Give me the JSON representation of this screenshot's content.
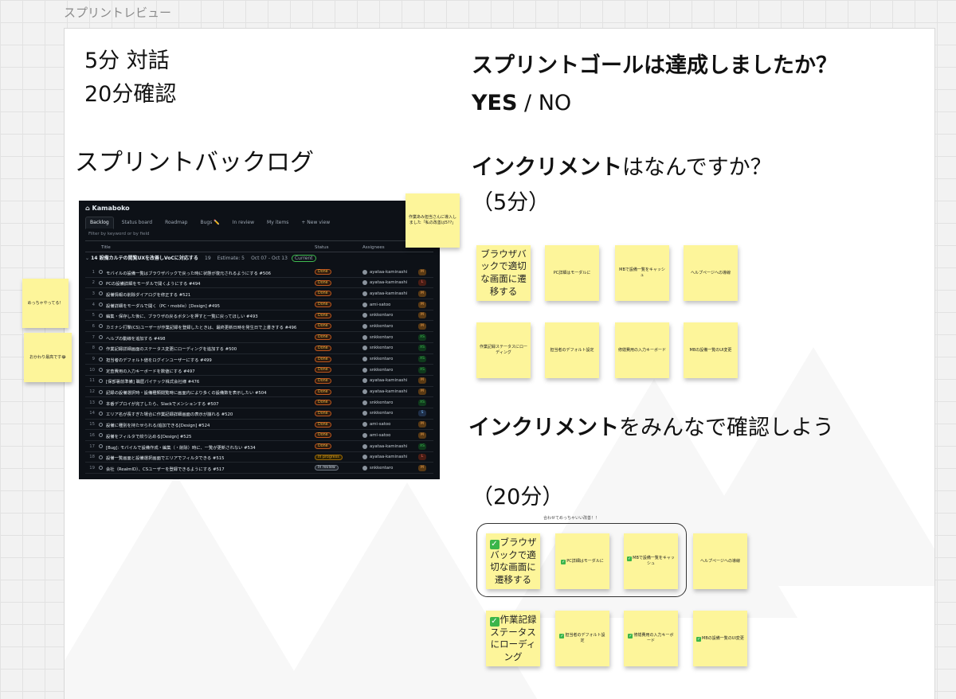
{
  "frame": {
    "title": "スプリントレビュー"
  },
  "timebox": {
    "line1": "5分  対話",
    "line2": "20分確認"
  },
  "backlog": {
    "title": "スプリントバックログ",
    "screenshot": {
      "project": "Kamaboko",
      "tabs": [
        "Backlog",
        "Status board",
        "Roadmap",
        "Bugs ✏️",
        "In review",
        "My items",
        "+ New view"
      ],
      "filter_placeholder": "Filter by keyword or by field",
      "columns": [
        "Title",
        "Status",
        "Assignees"
      ],
      "group": {
        "title": "14 設備カルテの閲覧UXを改善しVoCに対応する",
        "count": "19",
        "estimate": "Estimate: 5",
        "dates": "Oct 07 - Oct 13",
        "pill": "Current"
      },
      "rows": [
        {
          "n": "1",
          "t": "モバイルの設備一覧はブラウザバックで戻った時に状態が復元されるようにする #506",
          "s": "Done",
          "u": "ayataa-kaminashi",
          "z": "M"
        },
        {
          "n": "2",
          "t": "PCの設備詳細をモーダルで開くようにする #494",
          "s": "Done",
          "u": "ayataa-kaminashi",
          "z": "L"
        },
        {
          "n": "3",
          "t": "設備情報の削除ダイアログを修正する #521",
          "s": "Done",
          "u": "ayataa-kaminashi",
          "z": "M"
        },
        {
          "n": "4",
          "t": "設備詳細をモーダルで開く（PC・mobile）[Design] #495",
          "s": "Done",
          "u": "ami-satoo",
          "z": "M"
        },
        {
          "n": "5",
          "t": "編集・保存した後に、ブラウザの戻るボタンを押すと一覧に戻ってほしい #493",
          "s": "Done",
          "u": "snkkentaro",
          "z": "M"
        },
        {
          "n": "6",
          "t": "カミナシ打撃(CS)ユーザーが作業記録を登録したときは、最終更新日時を発生日で上書きする #496",
          "s": "Done",
          "u": "snkkentaro",
          "z": "M"
        },
        {
          "n": "7",
          "t": "ヘルプの動線を追加する #498",
          "s": "Done",
          "u": "snkkentaro",
          "z": "XS"
        },
        {
          "n": "8",
          "t": "作業記録詳細画面のステータス変更にローディングを追加する #500",
          "s": "Done",
          "u": "snkkentaro",
          "z": "XS"
        },
        {
          "n": "9",
          "t": "担当者のデフォルト値をログインユーザーにする #499",
          "s": "Done",
          "u": "snkkentaro",
          "z": "XS"
        },
        {
          "n": "10",
          "t": "定査費用の入力キーボードを数値にする #497",
          "s": "Done",
          "u": "snkkentaro",
          "z": "XS"
        },
        {
          "n": "11",
          "t": "[保部署前準備] 職歴パイテック株式会社様 #476",
          "s": "Done",
          "u": "ayataa-kaminashi",
          "z": "M"
        },
        {
          "n": "12",
          "t": "記録の設備選択時・設備種類閲覧時に画面内により多くの設備数を表示したい #504",
          "s": "Done",
          "u": "ayataa-kaminashi",
          "z": "M"
        },
        {
          "n": "13",
          "t": "本番デプロイが完了したら、Slackでメンションする #507",
          "s": "Done",
          "u": "snkkentaro",
          "z": "XS"
        },
        {
          "n": "14",
          "t": "エリア名が長すぎた場合に作業記録詳細画面の表示が崩れる #520",
          "s": "Done",
          "u": "snkkentaro",
          "z": "S"
        },
        {
          "n": "15",
          "t": "設備に種別を持たせられる/追加できる[Design] #524",
          "s": "Done",
          "u": "ami-satoo",
          "z": "M"
        },
        {
          "n": "16",
          "t": "設備をフィルタで絞り込める[Design] #525",
          "s": "Done",
          "u": "ami-satoo",
          "z": "M"
        },
        {
          "n": "17",
          "t": "[Bug]: モバイルで設備作成・編集（・削除）時に、一覧が更新されない #534",
          "s": "Done",
          "u": "ayataa-kaminashi",
          "z": "XS"
        },
        {
          "n": "18",
          "t": "設備一覧画面と設備選択画面でエリアでフィルタできる #515",
          "s": "In progress",
          "u": "ayataa-kaminashi",
          "z": "L"
        },
        {
          "n": "19",
          "t": "会社（RealmID）、CSユーザーを登録できるようにする #517",
          "s": "In review",
          "u": "snkkentaro",
          "z": "M"
        }
      ]
    },
    "stickies": {
      "top_right": "作業あみ担当さんに導入しました「私の改善は5??」",
      "left_1": "めっちゃやってる！",
      "left_2": "おかわり最高です😂"
    }
  },
  "goal": {
    "question": "スプリントゴールは達成しましたか？",
    "yes": "YES",
    "sep": " / ",
    "no": "NO"
  },
  "increment_q": {
    "bold": "インクリメント",
    "rest": "はなんですか？",
    "time": "（5分）",
    "stickies": [
      "ブラウザバックで適切な画面に遷移する",
      "PC詳細はモーダルに",
      "MBで設備一覧をキャッシュ",
      "ヘルプページへの導線",
      "作業記録ステータスにローディング",
      "担当者のデフォルト設定",
      "修繕費用の入力キーボード",
      "MBの設備一覧のUI変更"
    ]
  },
  "increment_check": {
    "bold": "インクリメント",
    "rest": "をみんなで確認しよう",
    "time": "（20分）",
    "group_label": "合わせてめっちゃいい改善！！",
    "stickies": [
      "ブラウザバックで適切な画面に遷移する",
      "PC詳細はモーダルに",
      "MBで設備一覧をキャッシュ",
      "ヘルプページへの導線",
      "作業記録ステータスにローディング",
      "担当者のデフォルト設定",
      "修繕費用の入力キーボード",
      "MBの設備一覧のUI変更"
    ],
    "check": "✓"
  }
}
